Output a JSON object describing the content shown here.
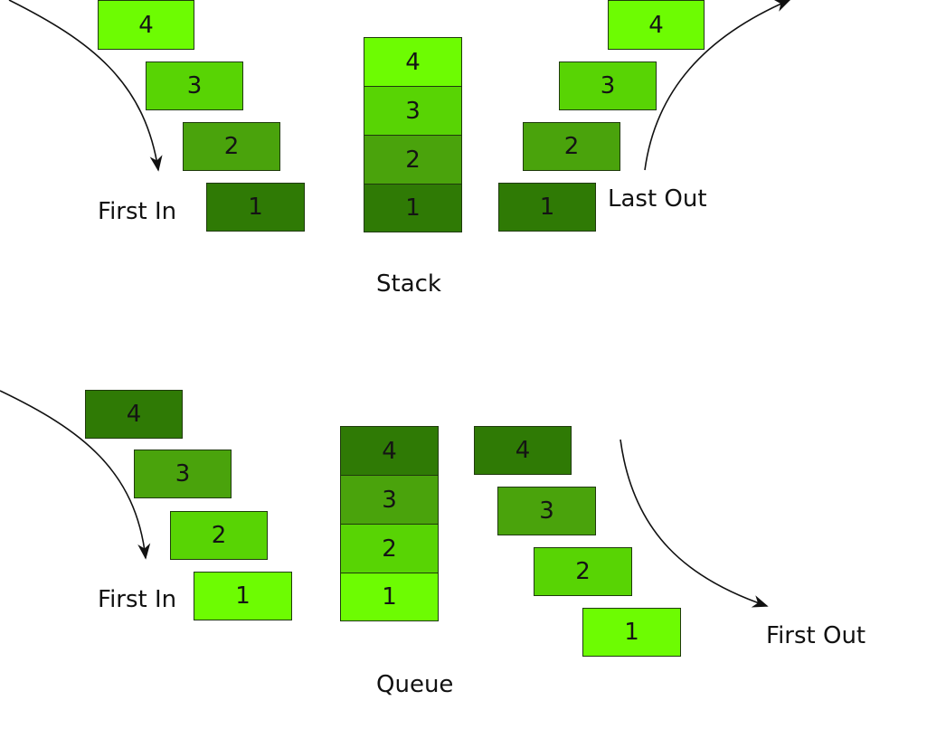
{
  "colors": {
    "level_1": "#2f7a05",
    "level_2": "#4aa30c",
    "level_3": "#58d404",
    "level_4": "#6dfc02",
    "arrow": "#111111"
  },
  "stack": {
    "title": "Stack",
    "in_label": "First In",
    "out_label": "Last Out",
    "incoming": [
      "4",
      "3",
      "2",
      "1"
    ],
    "column": [
      "4",
      "3",
      "2",
      "1"
    ],
    "outgoing": [
      "4",
      "3",
      "2",
      "1"
    ]
  },
  "queue": {
    "title": "Queue",
    "in_label": "First In",
    "out_label": "First Out",
    "incoming": [
      "4",
      "3",
      "2",
      "1"
    ],
    "column": [
      "4",
      "3",
      "2",
      "1"
    ],
    "outgoing": [
      "4",
      "3",
      "2",
      "1"
    ]
  }
}
